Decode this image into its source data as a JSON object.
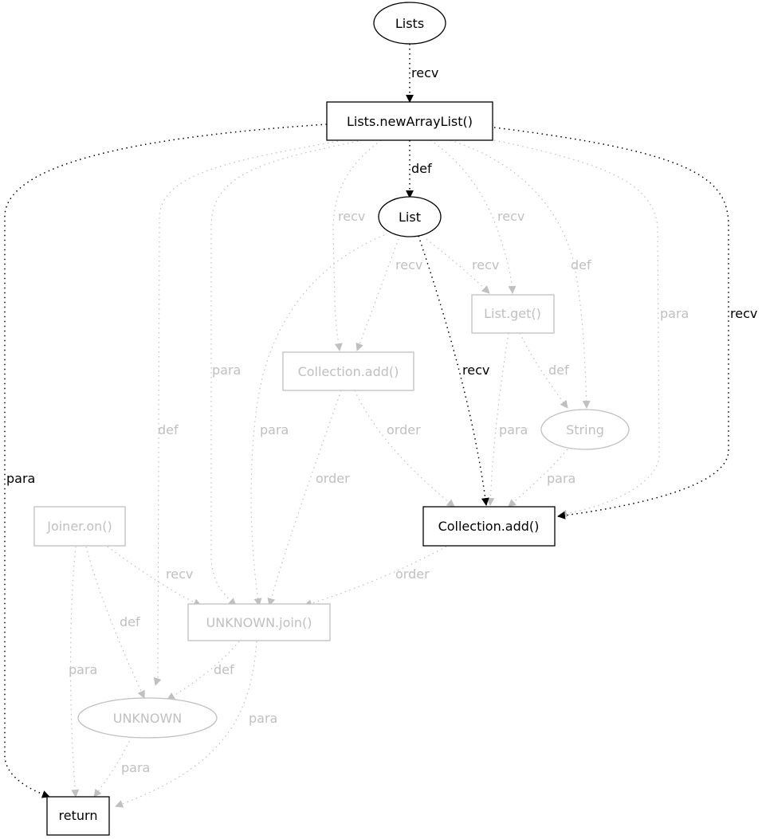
{
  "nodes": {
    "lists": {
      "label": "Lists",
      "shape": "ellipse",
      "active": true
    },
    "new_array_list": {
      "label": "Lists.newArrayList()",
      "shape": "box",
      "active": true
    },
    "list": {
      "label": "List",
      "shape": "ellipse",
      "active": true
    },
    "list_get": {
      "label": "List.get()",
      "shape": "box",
      "active": false
    },
    "collection_add_gray": {
      "label": "Collection.add()",
      "shape": "box",
      "active": false
    },
    "string": {
      "label": "String",
      "shape": "ellipse",
      "active": false
    },
    "collection_add": {
      "label": "Collection.add()",
      "shape": "box",
      "active": true
    },
    "joiner_on": {
      "label": "Joiner.on()",
      "shape": "box",
      "active": false
    },
    "unknown_join": {
      "label": "UNKNOWN.join()",
      "shape": "box",
      "active": false
    },
    "unknown": {
      "label": "UNKNOWN",
      "shape": "ellipse",
      "active": false
    },
    "return": {
      "label": "return",
      "shape": "box",
      "active": true
    }
  },
  "edges": {
    "e01": {
      "from": "lists",
      "to": "new_array_list",
      "label": "recv",
      "active": true
    },
    "e02": {
      "from": "new_array_list",
      "to": "list",
      "label": "def",
      "active": true
    },
    "e03": {
      "from": "new_array_list",
      "to": "return",
      "label": "para",
      "active": true
    },
    "e04": {
      "from": "new_array_list",
      "to": "collection_add",
      "label": "recv",
      "active": true
    },
    "e05": {
      "from": "list",
      "to": "collection_add",
      "label": "recv",
      "active": true
    },
    "e06": {
      "from": "new_array_list",
      "to": "unknown",
      "label": "def",
      "active": false
    },
    "e07": {
      "from": "new_array_list",
      "to": "unknown_join",
      "label": "para",
      "active": false
    },
    "e08": {
      "from": "new_array_list",
      "to": "collection_add_gray",
      "label": "recv",
      "active": false
    },
    "e09": {
      "from": "new_array_list",
      "to": "list_get",
      "label": "recv",
      "active": false
    },
    "e10": {
      "from": "new_array_list",
      "to": "string",
      "label": "def",
      "active": false
    },
    "e11": {
      "from": "new_array_list",
      "to": "collection_add",
      "label": "para",
      "active": false
    },
    "e12": {
      "from": "list",
      "to": "list_get",
      "label": "recv",
      "active": false
    },
    "e13": {
      "from": "list",
      "to": "collection_add_gray",
      "label": "recv",
      "active": false
    },
    "e14": {
      "from": "list",
      "to": "unknown_join",
      "label": "para",
      "active": false
    },
    "e15": {
      "from": "list_get",
      "to": "string",
      "label": "def",
      "active": false
    },
    "e16": {
      "from": "list_get",
      "to": "collection_add",
      "label": "para",
      "active": false
    },
    "e17": {
      "from": "collection_add_gray",
      "to": "collection_add",
      "label": "order",
      "active": false
    },
    "e18": {
      "from": "collection_add_gray",
      "to": "unknown_join",
      "label": "order",
      "active": false
    },
    "e19": {
      "from": "string",
      "to": "collection_add",
      "label": "para",
      "active": false
    },
    "e20": {
      "from": "collection_add",
      "to": "unknown_join",
      "label": "order",
      "active": false
    },
    "e21": {
      "from": "joiner_on",
      "to": "unknown_join",
      "label": "recv",
      "active": false
    },
    "e22": {
      "from": "joiner_on",
      "to": "unknown",
      "label": "def",
      "active": false
    },
    "e23": {
      "from": "joiner_on",
      "to": "return",
      "label": "para",
      "active": false
    },
    "e24": {
      "from": "unknown_join",
      "to": "unknown",
      "label": "def",
      "active": false
    },
    "e25": {
      "from": "unknown_join",
      "to": "return",
      "label": "para",
      "active": false
    },
    "e26": {
      "from": "unknown",
      "to": "return",
      "label": "para",
      "active": false
    }
  },
  "colors": {
    "active": "#000000",
    "inactive": "#c0c0c0",
    "background": "#ffffff"
  }
}
